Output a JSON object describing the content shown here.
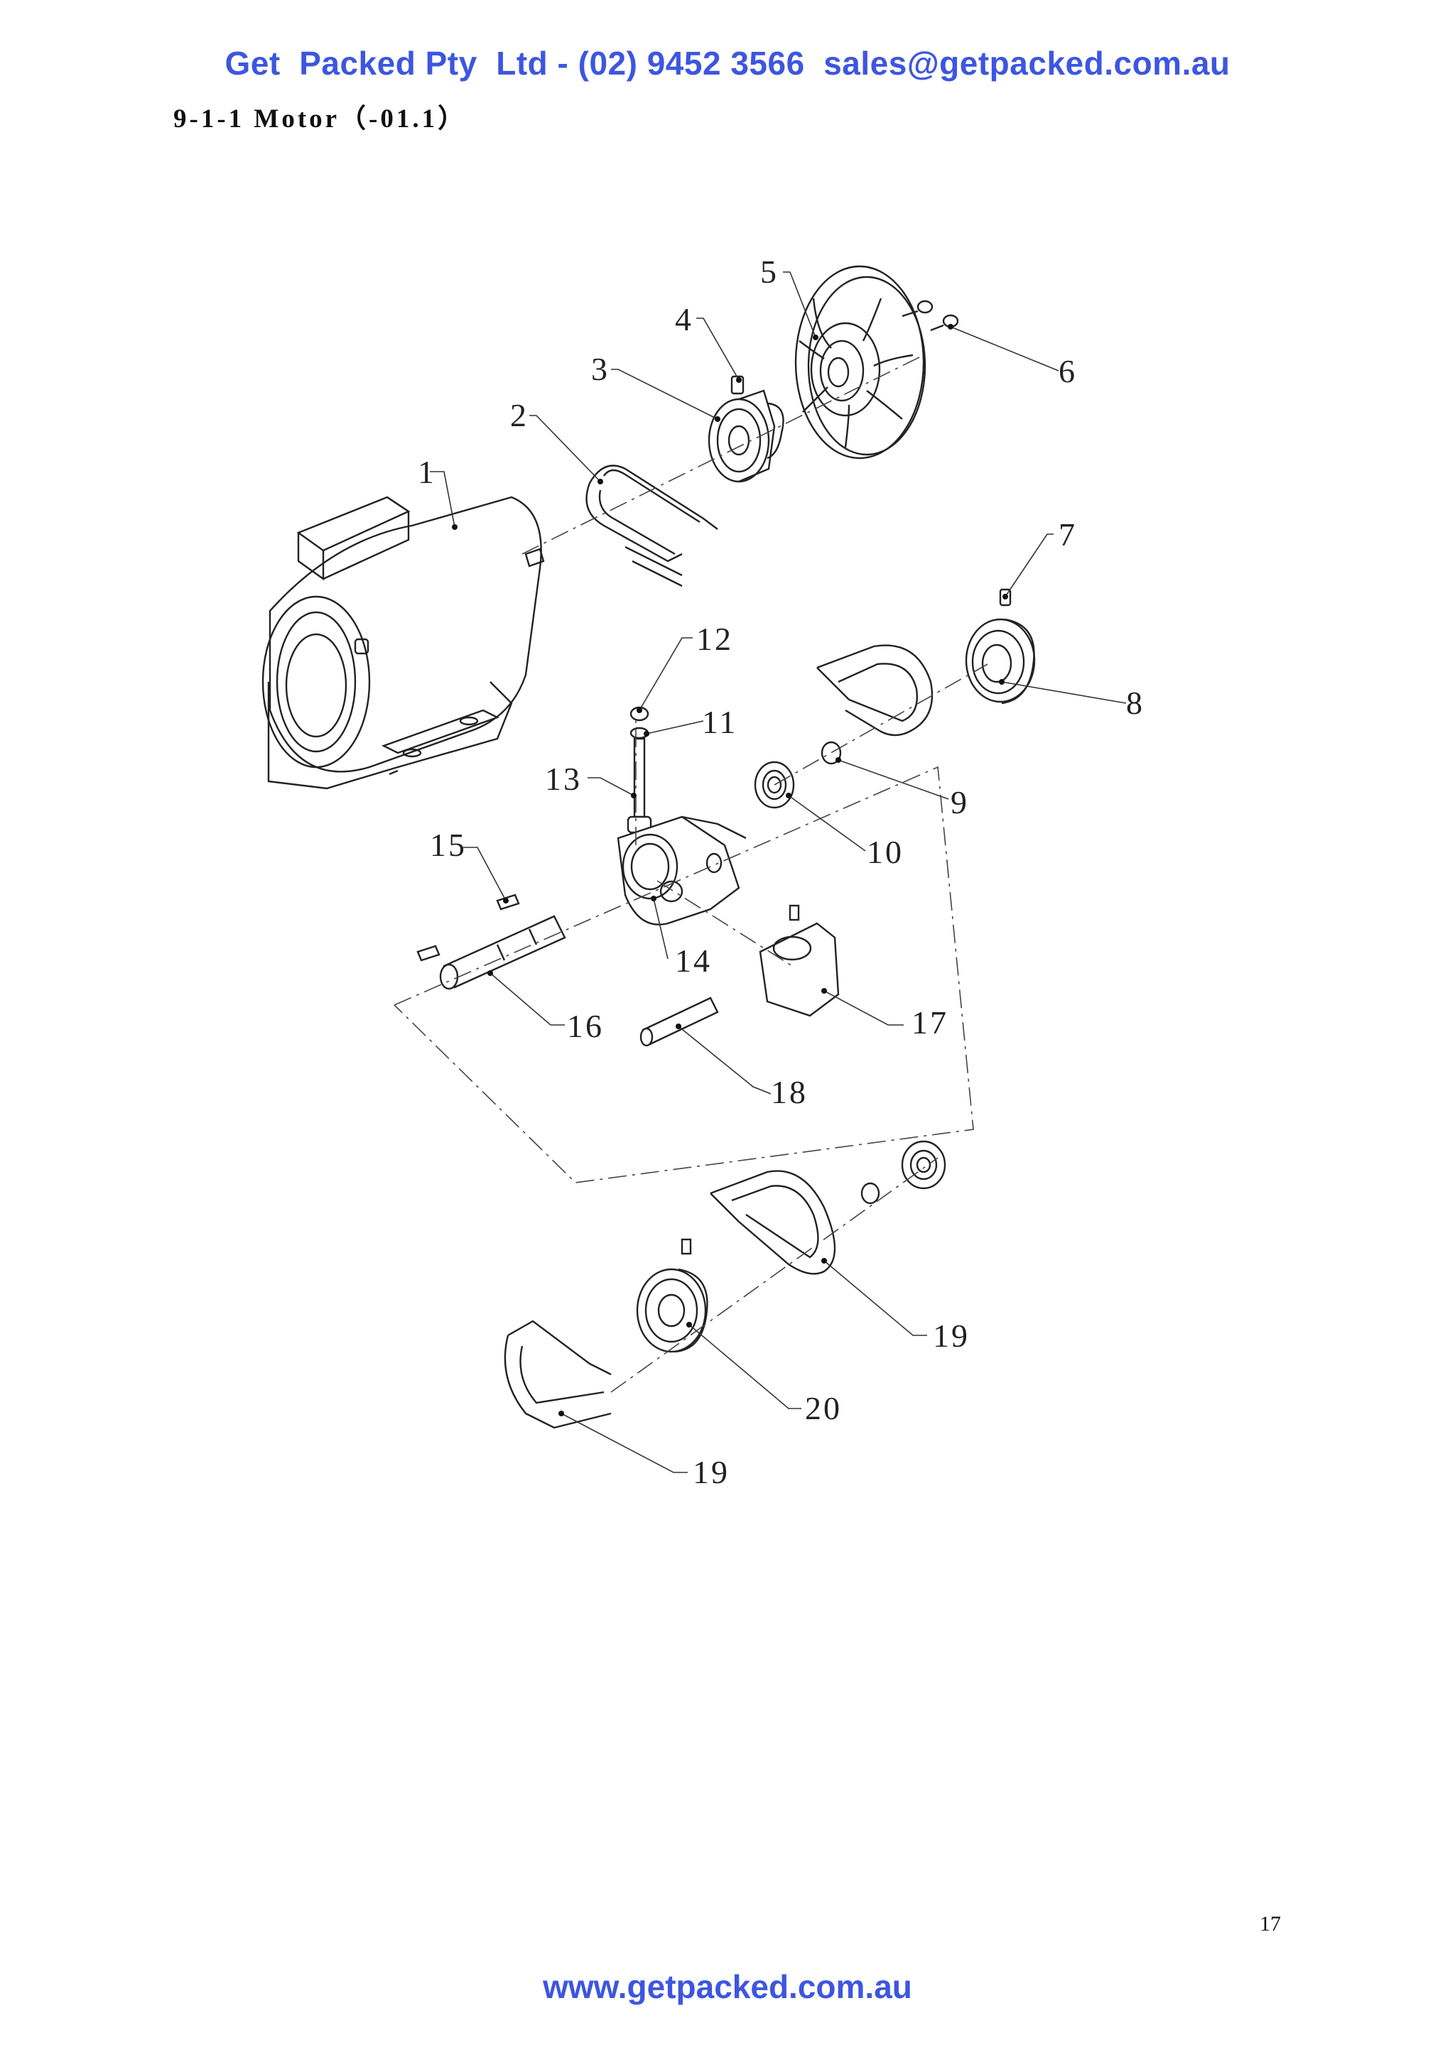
{
  "header": {
    "contact_line": "Get  Packed Pty  Ltd - (02) 9452 3566  sales@getpacked.com.au"
  },
  "section": {
    "title": "9-1-1 Motor（-01.1）"
  },
  "diagram": {
    "callouts": [
      "1",
      "2",
      "3",
      "4",
      "5",
      "6",
      "7",
      "8",
      "9",
      "10",
      "11",
      "12",
      "13",
      "14",
      "15",
      "16",
      "17",
      "18",
      "19",
      "20",
      "19"
    ]
  },
  "page": {
    "number": "17"
  },
  "footer": {
    "url": "www.getpacked.com.au"
  }
}
